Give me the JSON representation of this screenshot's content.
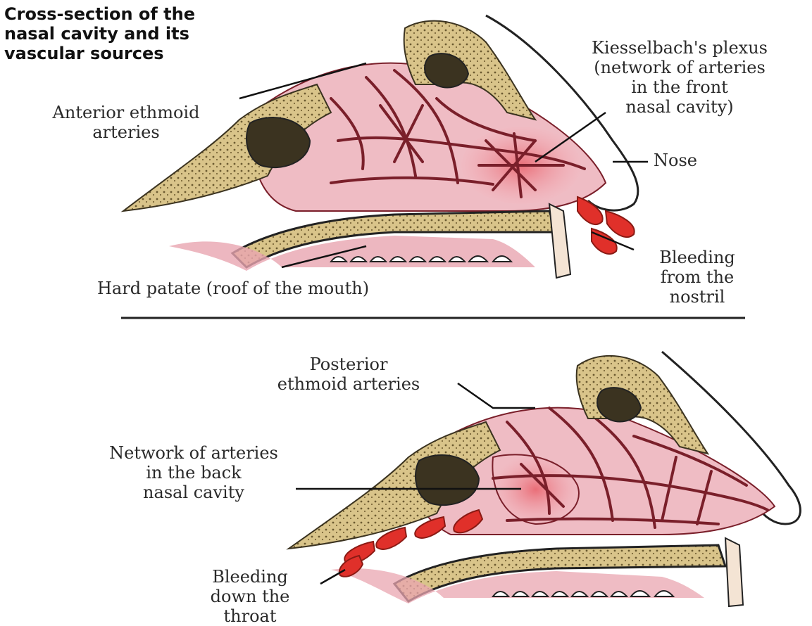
{
  "title": "Cross-section of the\nnasal cavity and its\nvascular sources",
  "top_panel": {
    "anterior_ethmoid": "Anterior ethmoid\narteries",
    "kiesselbach": "Kiesselbach's plexus\n(network of arteries\nin the front\nnasal cavity)",
    "nose": "Nose",
    "hard_palate": "Hard patate (roof of the mouth)",
    "bleeding_nostril": "Bleeding\nfrom the\nnostril"
  },
  "bottom_panel": {
    "posterior_ethmoid": "Posterior\nethmoid arteries",
    "network_back": "Network of arteries\nin the back\nnasal cavity",
    "bleeding_throat": "Bleeding\ndown the\nthroat"
  },
  "colors": {
    "bone": "#d9c48a",
    "bone_dark": "#5a4a2a",
    "tissue": "#e8a9b3",
    "vessel": "#7a1f2a",
    "blood": "#e0302a",
    "sinus": "#3b3320"
  }
}
